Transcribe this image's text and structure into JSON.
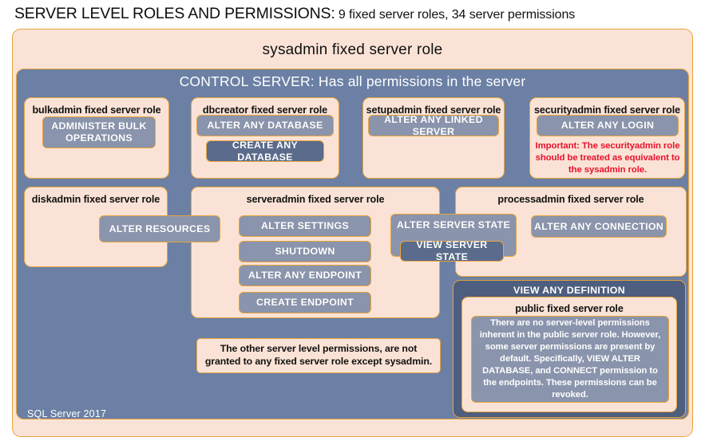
{
  "title": {
    "main": "SERVER LEVEL ROLES AND PERMISSIONS:",
    "sub": " 9 fixed server roles, 34 server permissions"
  },
  "sysadmin": {
    "label": "sysadmin  fixed  server  role"
  },
  "control_server": {
    "label": "CONTROL SERVER: Has all permissions in the server"
  },
  "footer": {
    "label": "SQL Server 2017"
  },
  "roles": {
    "bulkadmin": {
      "title": "bulkadmin  fixed server role",
      "permissions": [
        {
          "label": "ADMINISTER  BULK OPERATIONS"
        }
      ]
    },
    "dbcreator": {
      "title": "dbcreator fixed server role",
      "permissions": [
        {
          "label": "ALTER ANY DATABASE"
        },
        {
          "label": "CREATE  ANY DATABASE"
        }
      ]
    },
    "setupadmin": {
      "title": "setupadmin fixed server role",
      "permissions": [
        {
          "label": "ALTER ANY LINKED SERVER"
        }
      ]
    },
    "securityadmin": {
      "title": "securityadmin  fixed server role",
      "permissions": [
        {
          "label": "ALTER ANY LOGIN"
        }
      ],
      "warning": "Important:  The securityadmin role should  be treated as equivalent to the sysadmin role."
    },
    "diskadmin": {
      "title": "diskadmin  fixed server role",
      "permissions": [
        {
          "label": "ALTER RESOURCES"
        }
      ]
    },
    "serveradmin": {
      "title": "serveradmin fixed server role",
      "permissions": [
        {
          "label": "ALTER SETTINGS"
        },
        {
          "label": "SHUTDOWN"
        },
        {
          "label": "ALTER ANY ENDPOINT"
        },
        {
          "label": "CREATE  ENDPOINT"
        },
        {
          "label": "ALTER SERVER  STATE"
        },
        {
          "label": "VIEW SERVER  STATE"
        }
      ]
    },
    "processadmin": {
      "title": "processadmin fixed server role",
      "permissions": [
        {
          "label": "ALTER ANY CONNECTION"
        }
      ]
    },
    "public": {
      "group_label": "VIEW ANY DEFINITION",
      "title": "public  fixed server role",
      "body": "There are no server-level permissions inherent in the public server role. However, some server permissions are present by default. Specifically, VIEW ALTER DATABASE, and CONNECT permission to the endpoints. These permissions can be revoked."
    }
  },
  "notes": {
    "other_permissions": "The other server level permissions,  are not granted to any fixed server role except sysadmin."
  },
  "colors": {
    "cream": "#FAE3D6",
    "gold_border": "#E8A43C",
    "slate_panel": "#6B80A4",
    "permission_chip": "#8A94AC",
    "permission_chip_dark": "#5A6B8C",
    "group_dark": "#4D5E7E",
    "warning_red": "#E8112D",
    "text_dark": "#111111",
    "text_light": "#FFFFFF"
  }
}
